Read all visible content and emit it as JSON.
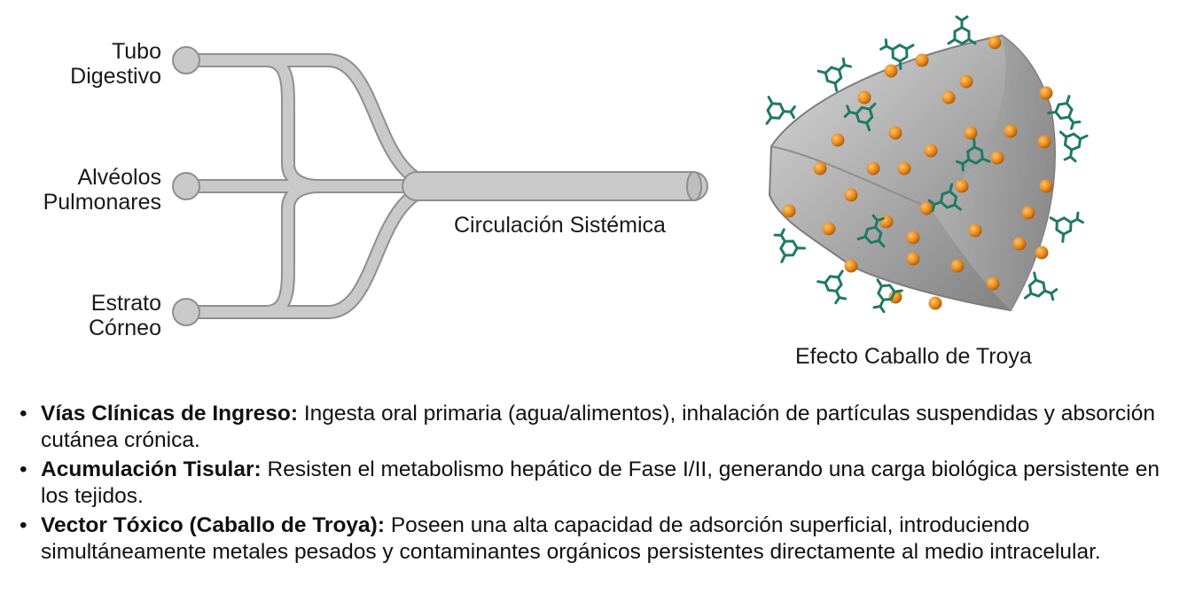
{
  "diagram": {
    "sources": [
      {
        "line1": "Tubo",
        "line2": "Digestivo"
      },
      {
        "line1": "Alvéolos",
        "line2": "Pulmonares"
      },
      {
        "line1": "Estrato",
        "line2": "Córneo"
      }
    ],
    "destination": "Circulación Sistémica",
    "trojan_caption": "Efecto Caballo de Troya",
    "colors": {
      "pipe": "#c4c4c4",
      "pipe_edge": "#8f8f8f",
      "particle": "#f5f5f5",
      "bead": "#e8891c",
      "molecule": "#1f7a63"
    }
  },
  "bullets": [
    {
      "title": "Vías Clínicas de Ingreso:",
      "text": " Ingesta oral primaria (agua/alimentos), inhalación de partículas suspendidas y absorción cutánea crónica."
    },
    {
      "title": "Acumulación Tisular:",
      "text": " Resisten el metabolismo hepático de Fase I/II, generando una carga biológica persistente en los tejidos."
    },
    {
      "title": "Vector Tóxico (Caballo de Troya):",
      "text": " Poseen una alta capacidad de adsorción superficial, introduciendo simultáneamente metales pesados y contaminantes orgánicos persistentes directamente al medio intracelular."
    }
  ],
  "bullet_glyph": "•"
}
